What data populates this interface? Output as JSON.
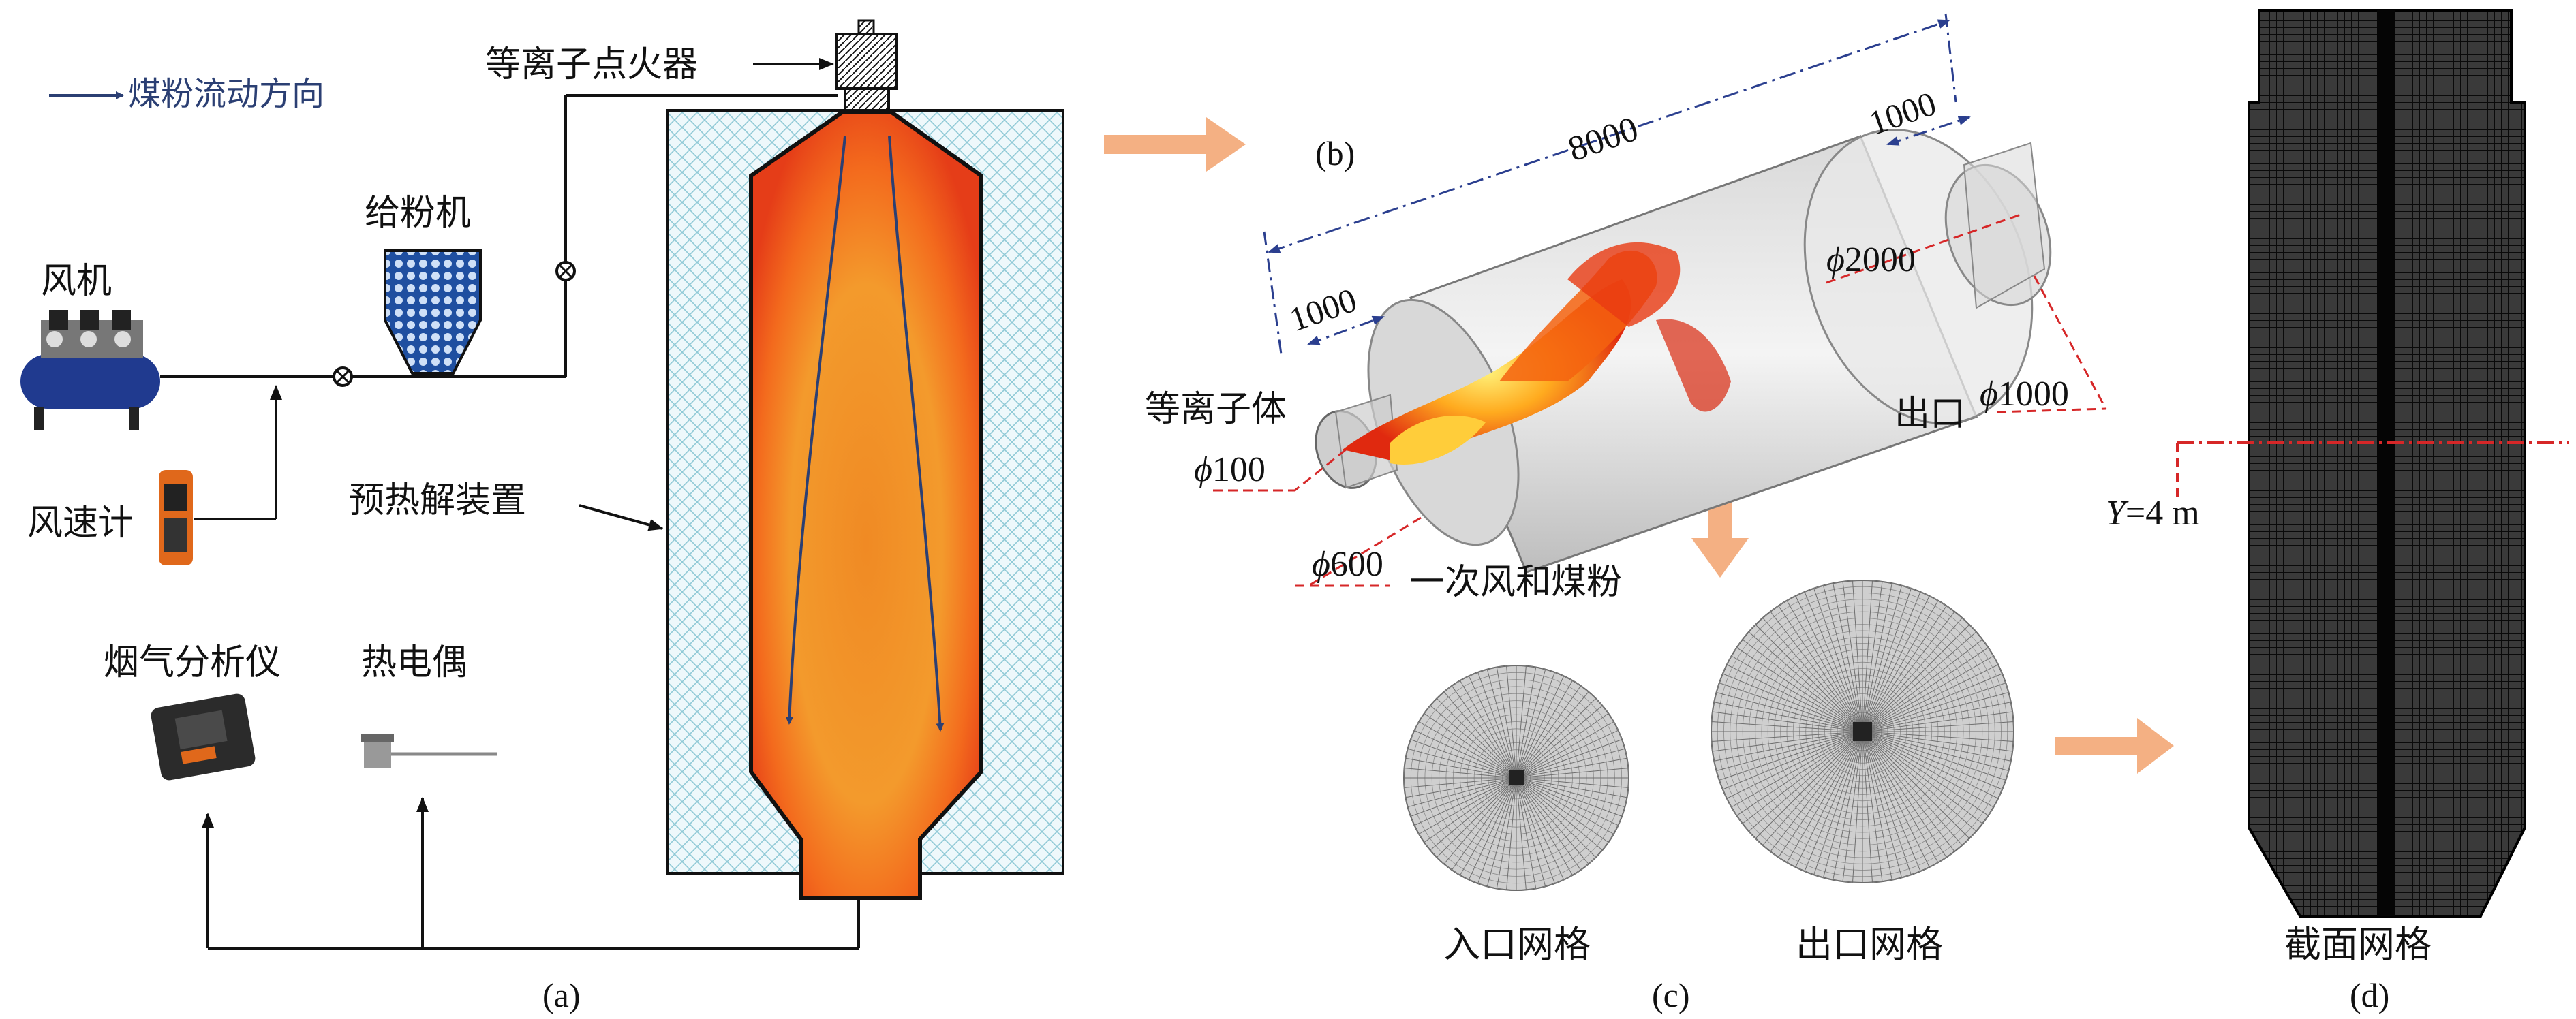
{
  "panel_a": {
    "legend": "煤粉流动方向",
    "igniter_label": "等离子点火器",
    "feeder_label": "给粉机",
    "fan_label": "风机",
    "anemometer_label": "风速计",
    "preheater_label": "预热解装置",
    "gas_analyzer_label": "烟气分析仪",
    "thermocouple_label": "热电偶",
    "caption": "(a)"
  },
  "panel_b": {
    "caption": "(b)",
    "dim_length": "8000",
    "dim_inlet_len": "1000",
    "dim_outlet_len": "1000",
    "phi": "ϕ",
    "dia_body": "2000",
    "dia_outlet": "1000",
    "dia_plasma": "100",
    "dia_inlet": "600",
    "plasma_label": "等离子体",
    "outlet_label": "出口",
    "primary_air_label": "一次风和煤粉"
  },
  "panel_c": {
    "caption": "(c)",
    "inlet_mesh_label": "入口网格",
    "outlet_mesh_label": "出口网格"
  },
  "panel_d": {
    "caption": "(d)",
    "section_mesh_label": "截面网格",
    "y_var": "Y",
    "y_value": "=4 m"
  },
  "colors": {
    "flow_arrow": "#2b3f73",
    "big_arrow": "#f4b083",
    "dim_line": "#2b3f8f",
    "red_dash": "#d62728",
    "flame_core": "#f07a1a"
  }
}
